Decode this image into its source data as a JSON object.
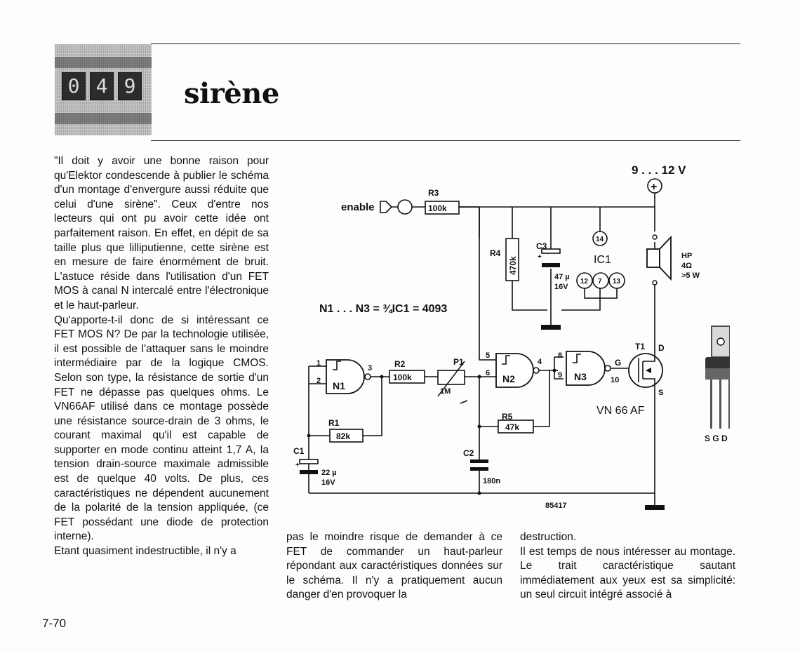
{
  "header": {
    "badge_digits": [
      "0",
      "4",
      "9"
    ],
    "title": "sirène"
  },
  "columns": {
    "col1": [
      "\"Il doit y avoir une bonne raison pour qu'Elektor condescende à publier le schéma d'un montage d'envergure aussi réduite que celui d'une sirène\". Ceux d'entre nos lecteurs qui ont pu avoir cette idée ont parfaitement raison. En effet, en dépit de sa taille plus que lilliputienne, cette sirène est en mesure de faire énormément de bruit. L'astuce réside dans l'utilisation d'un FET MOS à canal N intercalé entre l'électronique et le haut-parleur.",
      "Qu'apporte-t-il donc de si intéressant ce FET MOS N? De par la technologie utilisée, il est possible de l'attaquer sans le moindre intermédiaire par de la logique CMOS. Selon son type, la résistance de sortie d'un FET ne dépasse pas quelques ohms. Le VN66AF utilisé dans ce montage possède une résistance source-drain de 3 ohms, le courant maximal qu'il est capable de supporter en mode continu atteint 1,7 A, la tension drain-source maximale admissible est de quelque 40 volts. De plus, ces caractéristiques ne dépendent aucunement de la polarité de la tension appliquée, (ce FET possédant une diode de protection interne).",
      "Etant quasiment indestructible, il n'y a"
    ],
    "col2": [
      "pas le moindre risque de demander à ce FET de commander un haut-parleur répondant aux caractéristiques données sur le schéma. Il n'y a pratiquement aucun danger d'en provoquer la"
    ],
    "col3": [
      "destruction.",
      "Il est temps de nous intéresser au montage. Le trait caractéristique sautant immédiatement aux yeux est sa simplicité: un seul circuit intégré associé à"
    ]
  },
  "schematic": {
    "supply": "9 . . . 12 V",
    "enable": "enable",
    "r3": "R3",
    "r3_val": "100k",
    "r4": "R4",
    "r4_val": "470k",
    "c3": "C3",
    "c3_val1": "47 µ",
    "c3_val2": "16V",
    "ic1": "IC1",
    "pin14": "14",
    "pin12": "12",
    "pin7": "7",
    "pin13": "13",
    "hp": "HP",
    "hp_val1": "4Ω",
    "hp_val2": ">5 W",
    "n_note": "N1 . . . N3 = ¾IC1 = 4093",
    "n1": "N1",
    "n2": "N2",
    "n3": "N3",
    "pin1": "1",
    "pin2": "2",
    "pin3": "3",
    "pin4": "4",
    "pin5": "5",
    "pin6": "6",
    "pin8": "8",
    "pin9": "9",
    "pin10": "10",
    "r2": "R2",
    "r2_val": "100k",
    "p1": "P1",
    "p1_val": "1M",
    "r1": "R1",
    "r1_val": "82k",
    "r5": "R5",
    "r5_val": "47k",
    "c1": "C1",
    "c1_val1": "22 µ",
    "c1_val2": "16V",
    "c2": "C2",
    "c2_val": "180n",
    "t1": "T1",
    "d": "D",
    "g": "G",
    "s": "S",
    "vn": "VN 66 AF",
    "ref": "85417",
    "pkg_pins": "S G D"
  },
  "page_number": "7-70"
}
